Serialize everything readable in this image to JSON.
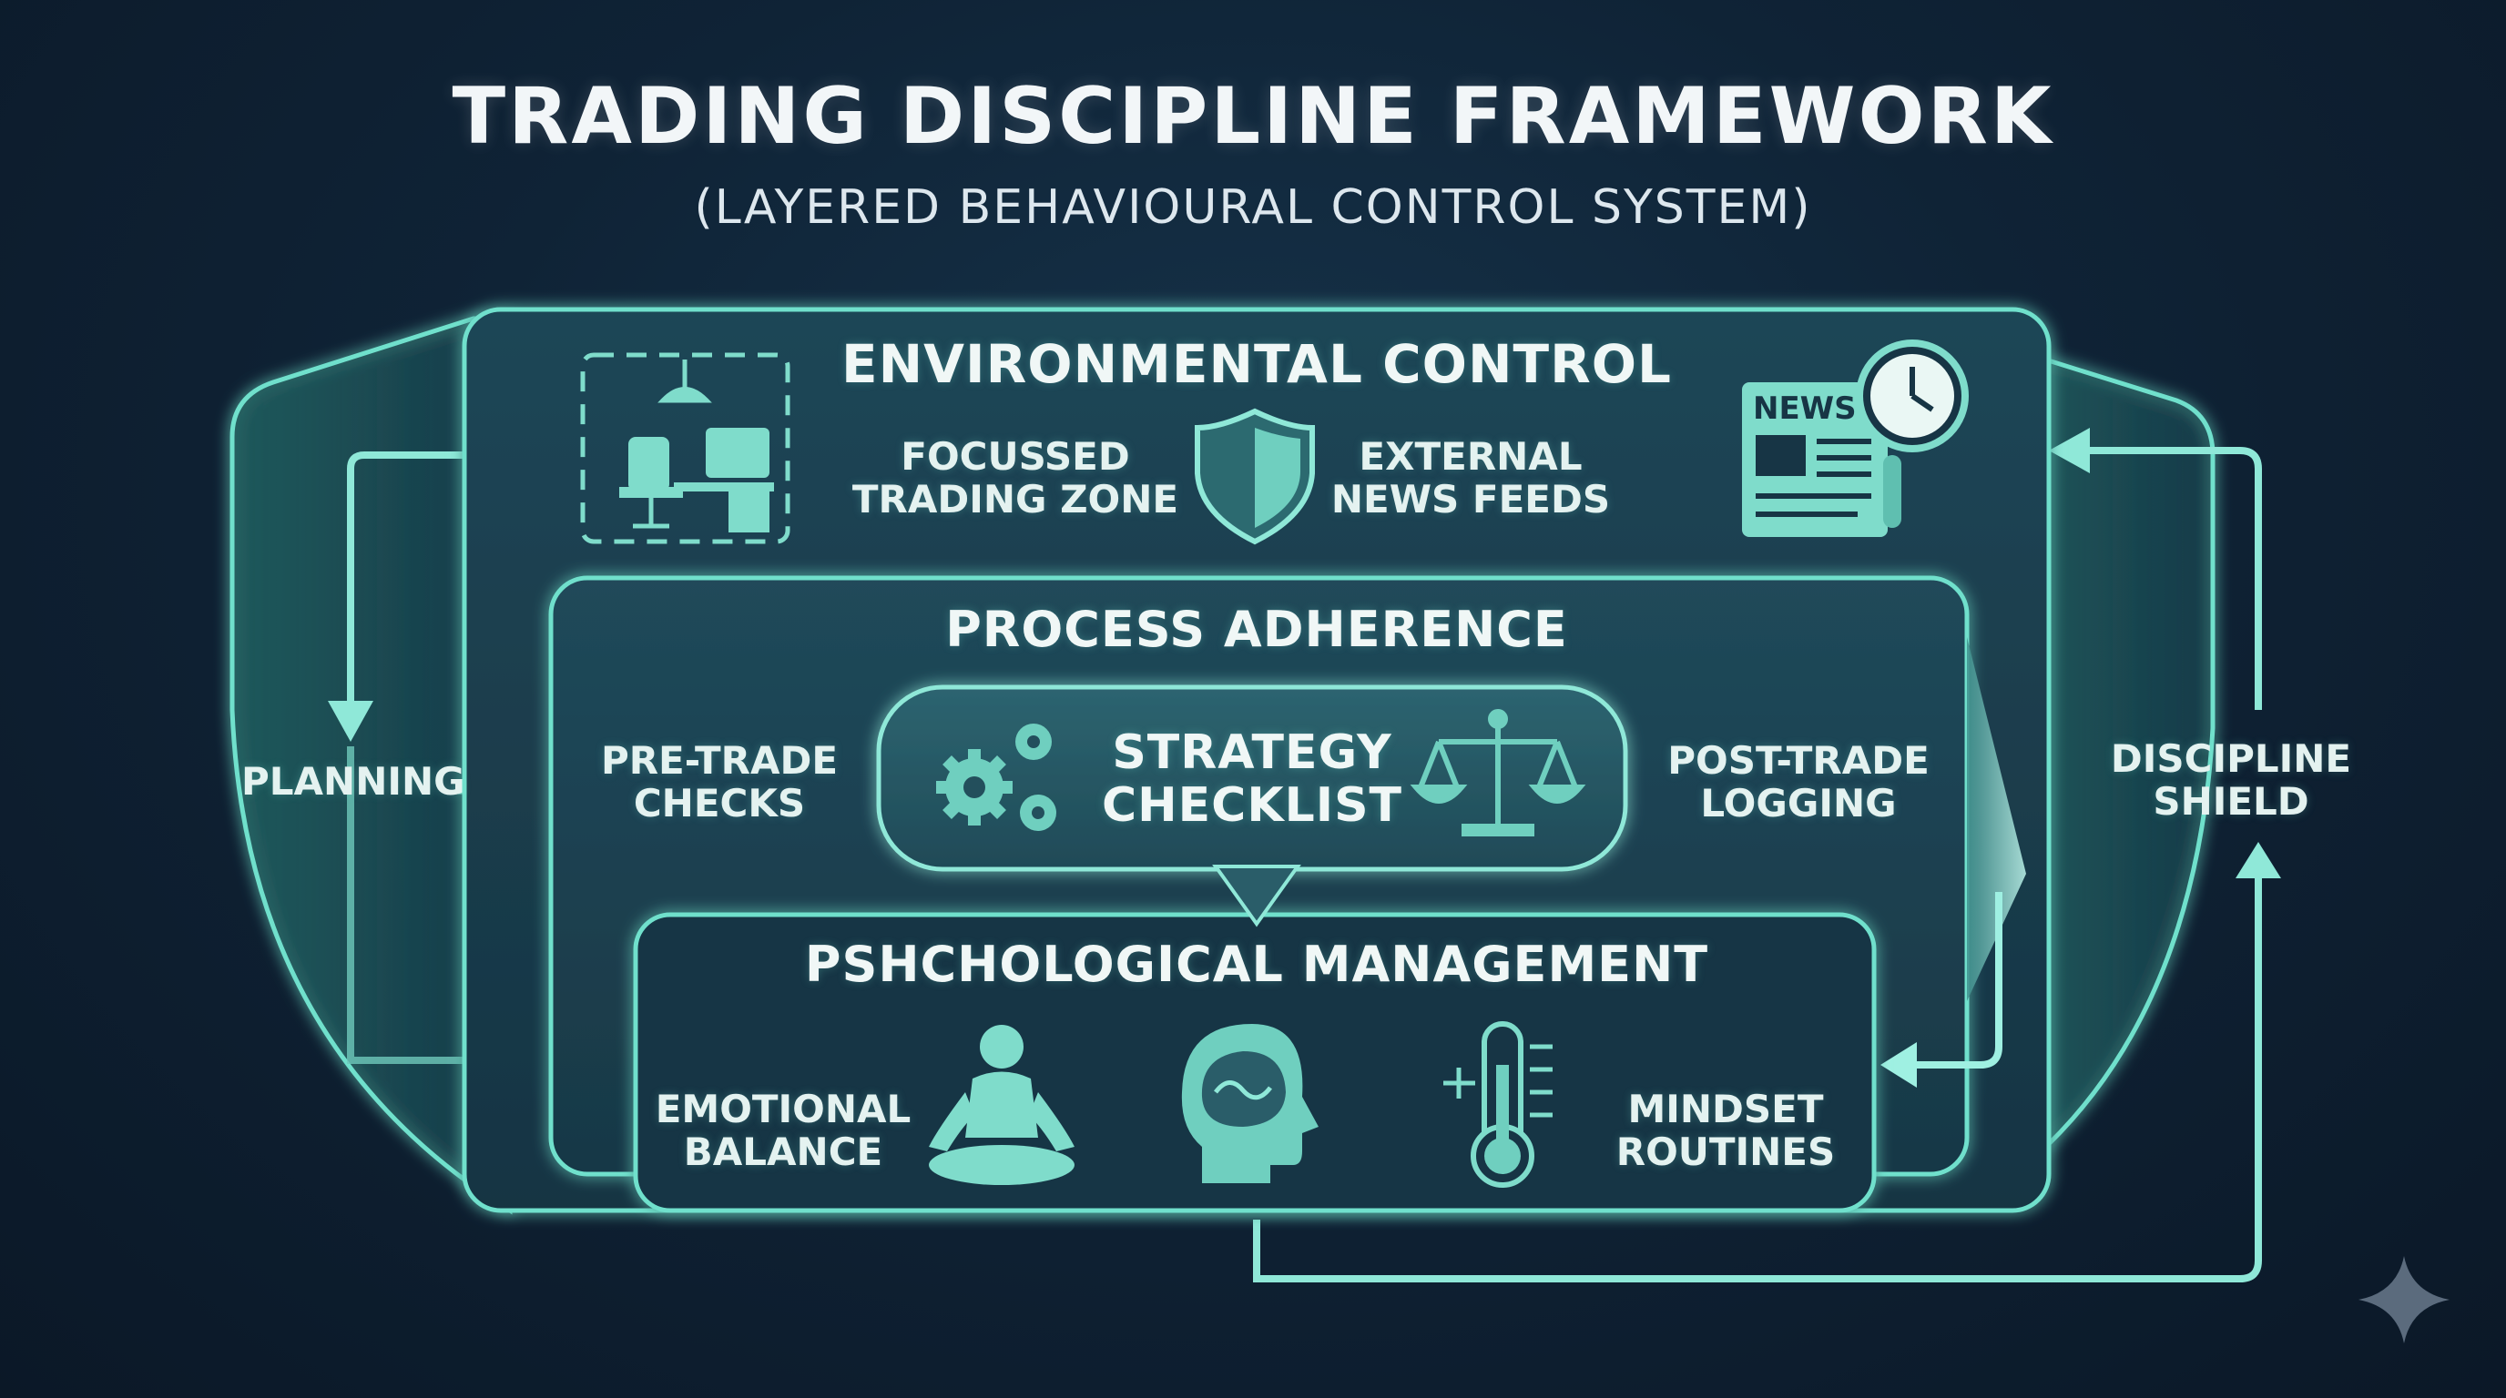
{
  "title": "TRADING DISCIPLINE FRAMEWORK",
  "subtitle": "(LAYERED BEHAVIOURAL CONTROL SYSTEM)",
  "shield": {
    "left_label": "PLANNING",
    "right_label_line1": "DISCIPLINE",
    "right_label_line2": "SHIELD"
  },
  "environmental": {
    "heading": "ENVIRONMENTAL CONTROL",
    "left_line1": "FOCUSSED",
    "left_line2": "TRADING ZONE",
    "right_line1": "EXTERNAL",
    "right_line2": "NEWS FEEDS",
    "news_icon_text": "NEWS"
  },
  "process": {
    "heading": "PROCESS ADHERENCE",
    "left_line1": "PRE-TRADE",
    "left_line2": "CHECKS",
    "center_line1": "STRATEGY",
    "center_line2": "CHECKLIST",
    "right_line1": "POST-TRADE",
    "right_line2": "LOGGING"
  },
  "psychological": {
    "heading": "PSHCHOLOGICAL MANAGEMENT",
    "left_line1": "EMOTIONAL",
    "left_line2": "BALANCE",
    "right_line1": "MINDSET",
    "right_line2": "ROUTINES"
  },
  "colors": {
    "accent": "#5fd6c2",
    "accent_light": "#9ff0e2",
    "panel": "#1b3d4f",
    "background": "#0f2336"
  },
  "icons": [
    "desk-workspace-icon",
    "shield-icon",
    "newspaper-clock-icon",
    "gears-icon",
    "balance-scale-icon",
    "meditation-icon",
    "brain-head-icon",
    "thermometer-icon",
    "sparkle-icon"
  ]
}
